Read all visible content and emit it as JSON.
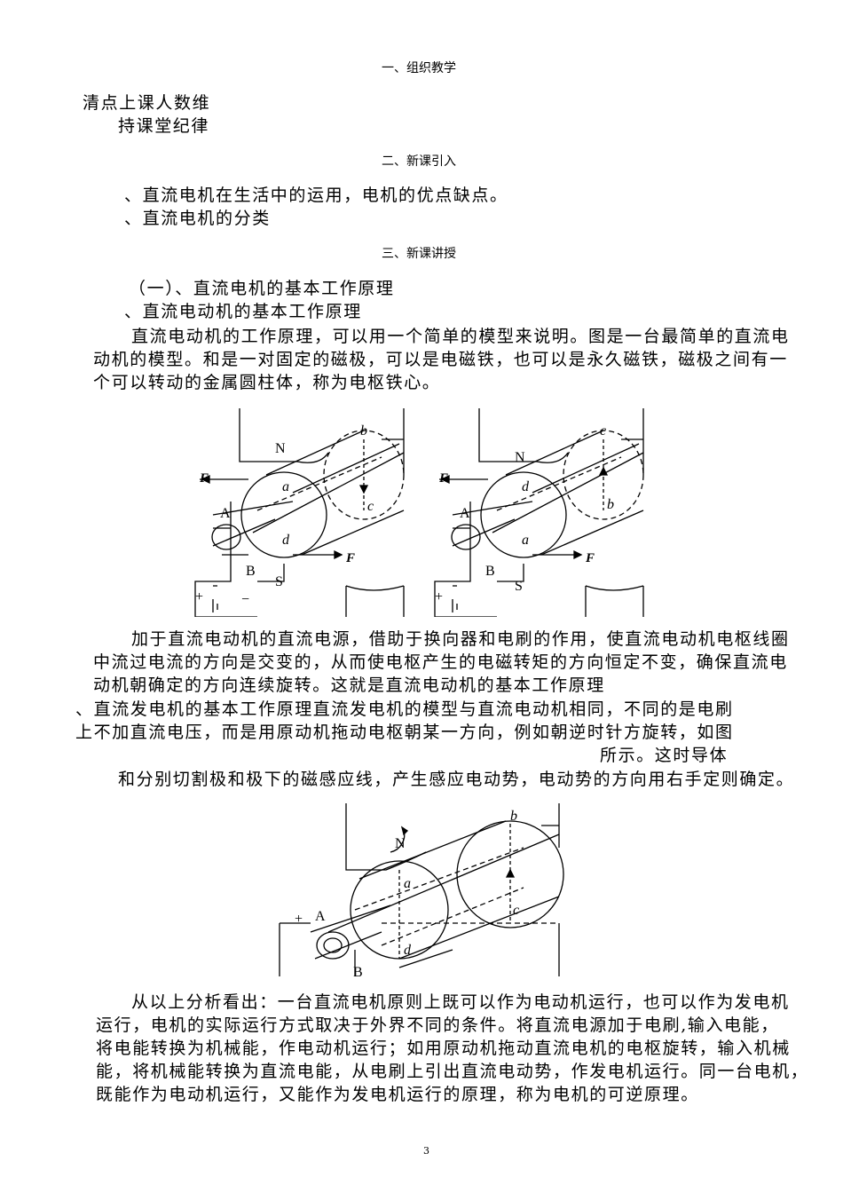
{
  "sections": {
    "s1_title": "一、组织教学",
    "s1_lines": [
      "清点上课人数维",
      "持课堂纪律"
    ],
    "s2_title": "二、新课引入",
    "s2_lines": [
      "、直流电机在生活中的运用，电机的优点缺点。",
      "、直流电机的分类"
    ],
    "s3_title": "三、新课讲授",
    "s3_sub": "（一）、直流电机的基本工作原理",
    "s3_sub2": "、直流电动机的基本工作原理"
  },
  "para1": [
    "直流电动机的工作原理，可以用一个简单的模型来说明。图是一台最简单的直流电",
    "动机的模型。和是一对固定的磁极，可以是电磁铁，也可以是永久磁铁，磁极之间有一",
    "个可以转动的金属圆柱体，称为电枢铁心。"
  ],
  "figure1": {
    "left": {
      "N": "N",
      "S": "S",
      "A": "A",
      "B": "B",
      "a": "a",
      "b": "b",
      "c": "c",
      "d": "d",
      "F1": "F",
      "F2": "F",
      "plus": "+",
      "minus": "−"
    },
    "right": {
      "N": "N",
      "S": "S",
      "A": "A",
      "B": "B",
      "a": "a",
      "b": "b",
      "c": "c",
      "d": "d",
      "F1": "F",
      "F2": "F",
      "plus": "+",
      "minus": "−"
    }
  },
  "para2": [
    "加于直流电动机的直流电源，借助于换向器和电刷的作用，使直流电动机电枢线圈",
    "中流过电流的方向是交变的，从而使电枢产生的电磁转矩的方向恒定不变，确保直流电",
    "动机朝确定的方向连续旋转。这就是直流电动机的基本工作原理",
    "、直流发电机的基本工作原理直流发电机的模型与直流电动机相同，不同的是电刷",
    "上不加直流电压，而是用原动机拖动电枢朝某一方向，例如朝逆时针方旋转，如图",
    "所示。这时导体",
    "和分别切割极和极下的磁感应线，产生感应电动势，电动势的方向用右手定则确定。"
  ],
  "figure2": {
    "N": "N",
    "A": "A",
    "B": "B",
    "a": "a",
    "b": "b",
    "c": "c",
    "d": "d",
    "plus": "+"
  },
  "para3": [
    "从以上分析看出：一台直流电机原则上既可以作为电动机运行，也可以作为发电机",
    "运行，电机的实际运行方式取决于外界不同的条件。将直流电源加于电刷,输入电能，",
    "将电能转换为机械能，作电动机运行；如用原动机拖动直流电机的电枢旋转，输入机械",
    "能，将机械能转换为直流电能，从电刷上引出直流电动势，作发电机运行。同一台电机，",
    "既能作为电动机运行，又能作为发电机运行的原理，称为电机的可逆原理。"
  ],
  "page_number": "3"
}
